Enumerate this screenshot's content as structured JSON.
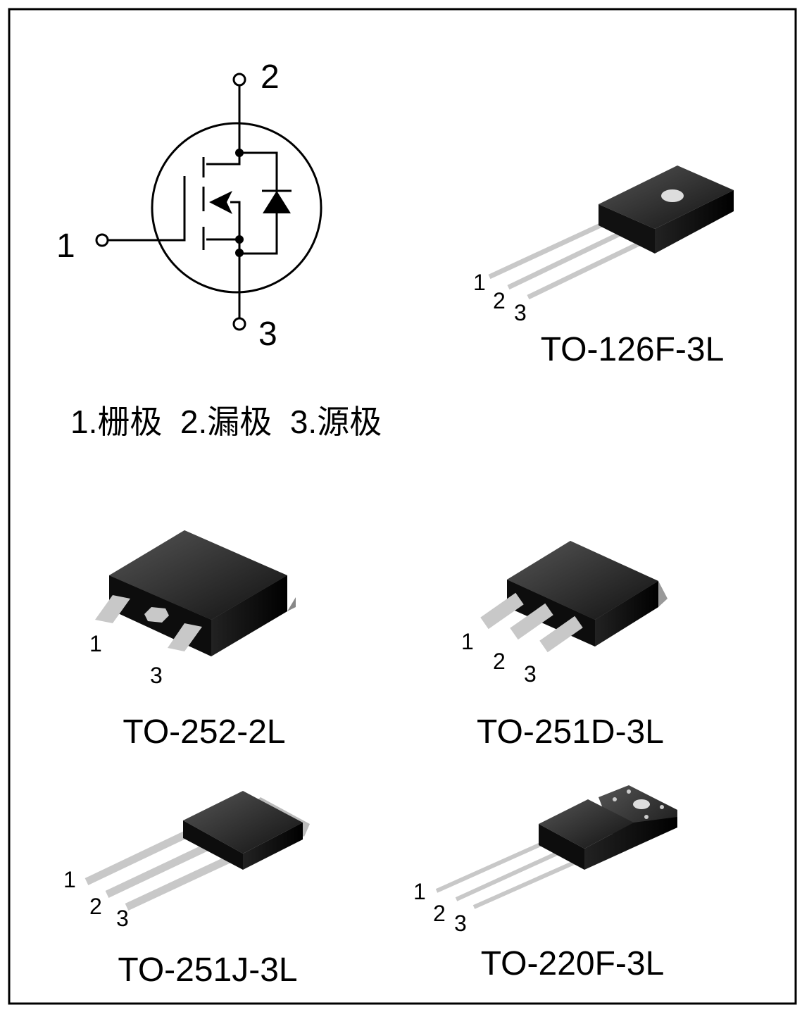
{
  "schematic": {
    "pins": {
      "gate": "1",
      "drain": "2",
      "source": "3"
    },
    "legend": "1.栅极  2.漏极  3.源极"
  },
  "packages": [
    {
      "name": "TO-126F-3L",
      "pins": [
        "1",
        "2",
        "3"
      ]
    },
    {
      "name": "TO-252-2L",
      "pins": [
        "1",
        "3"
      ]
    },
    {
      "name": "TO-251D-3L",
      "pins": [
        "1",
        "2",
        "3"
      ]
    },
    {
      "name": "TO-251J-3L",
      "pins": [
        "1",
        "2",
        "3"
      ]
    },
    {
      "name": "TO-220F-3L",
      "pins": [
        "1",
        "2",
        "3"
      ]
    }
  ],
  "colors": {
    "body": "#1a1a1a",
    "lead": "#c8c8c8",
    "frame": "#000000"
  }
}
